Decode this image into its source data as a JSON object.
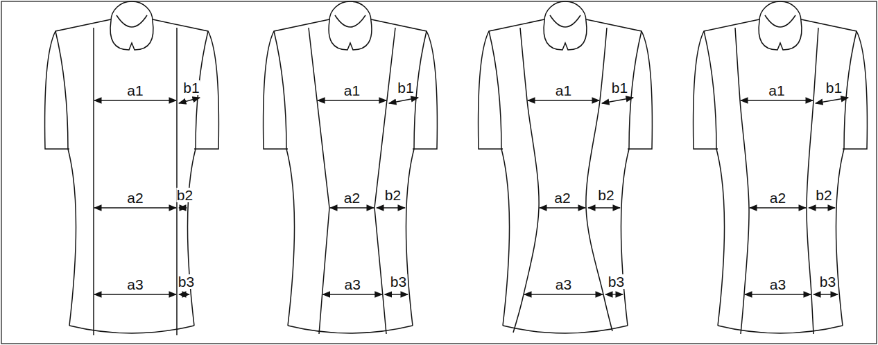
{
  "diagram": {
    "labels": [
      "a1",
      "b1",
      "a2",
      "b2",
      "a3",
      "b3",
      "a1",
      "b1",
      "a2",
      "b2",
      "a3",
      "b3",
      "a1",
      "b1",
      "a2",
      "b2",
      "a3",
      "b3",
      "a1",
      "b1",
      "a2",
      "b2",
      "a3",
      "b3"
    ]
  }
}
